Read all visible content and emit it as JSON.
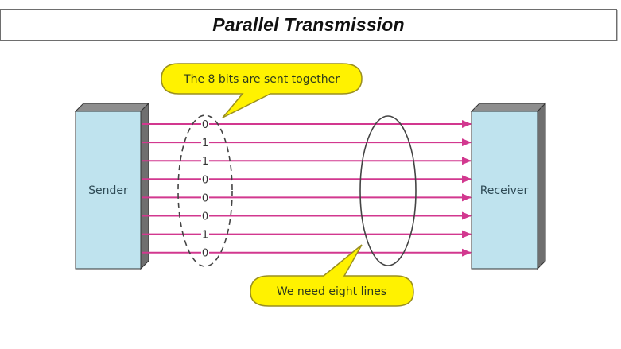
{
  "title": "Parallel Transmission",
  "sender": {
    "label": "Sender"
  },
  "receiver": {
    "label": "Receiver"
  },
  "bits": [
    "0",
    "1",
    "1",
    "0",
    "0",
    "0",
    "1",
    "0"
  ],
  "callouts": {
    "top": "The 8 bits are sent together",
    "bottom": "We need eight lines"
  },
  "colors": {
    "box_face": "#bfe3ee",
    "box_side": "#7b7b7b",
    "box_top": "#8e8e8e",
    "line": "#d2388f",
    "callout_fill": "#fff200",
    "callout_stroke": "#9a8f20",
    "label_text": "#2e4a55"
  }
}
